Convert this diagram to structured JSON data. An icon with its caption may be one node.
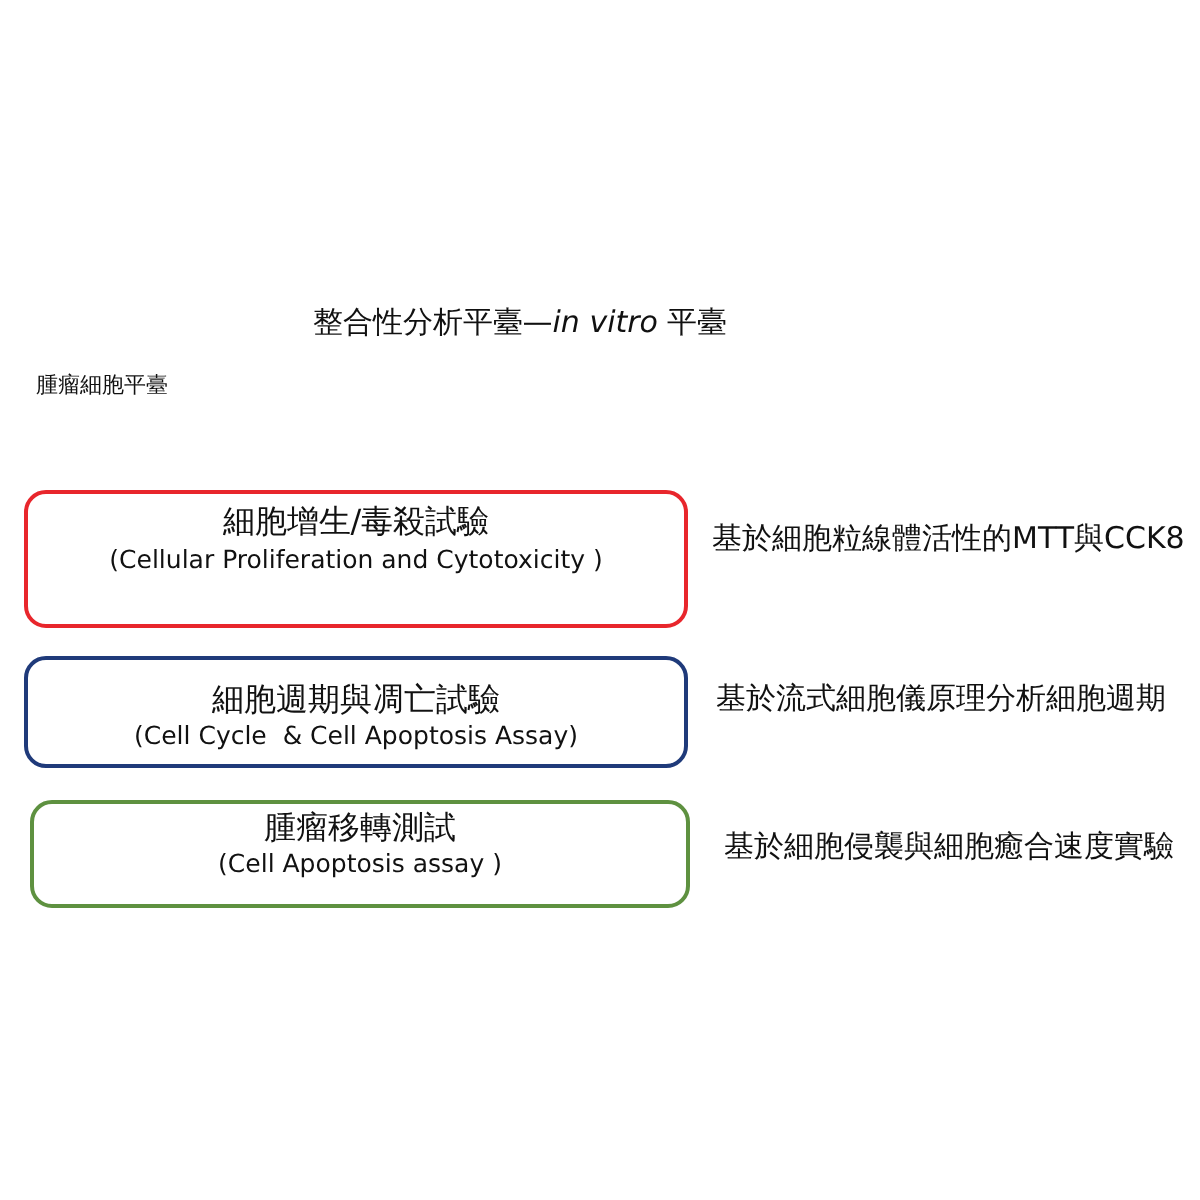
{
  "diagram": {
    "title": "整合性分析平臺—*in vitro* 平臺",
    "nodes": [
      {
        "text": [
          "細胞增生/毒殺試驗",
          "(Cellular Proliferation and Cytotoxicity )"
        ],
        "beside": [
          "基於細胞粒線體活性的MTT與CCK8"
        ]
      },
      {
        "text": [
          "細胞週期與凋亡試驗",
          "(Cell Cycle  & Cell Apoptosis Assay)"
        ],
        "beside": [
          "基於流式細胞儀原理分析細胞週期"
        ]
      },
      {
        "text": [
          "腫瘤移轉測試",
          "(Cell Apoptosis assay )"
        ],
        "beside": [
          "基於細胞侵襲與細胞癒合速度實驗"
        ]
      }
    ],
    "labels": [
      "腫瘤細胞平臺"
    ]
  }
}
